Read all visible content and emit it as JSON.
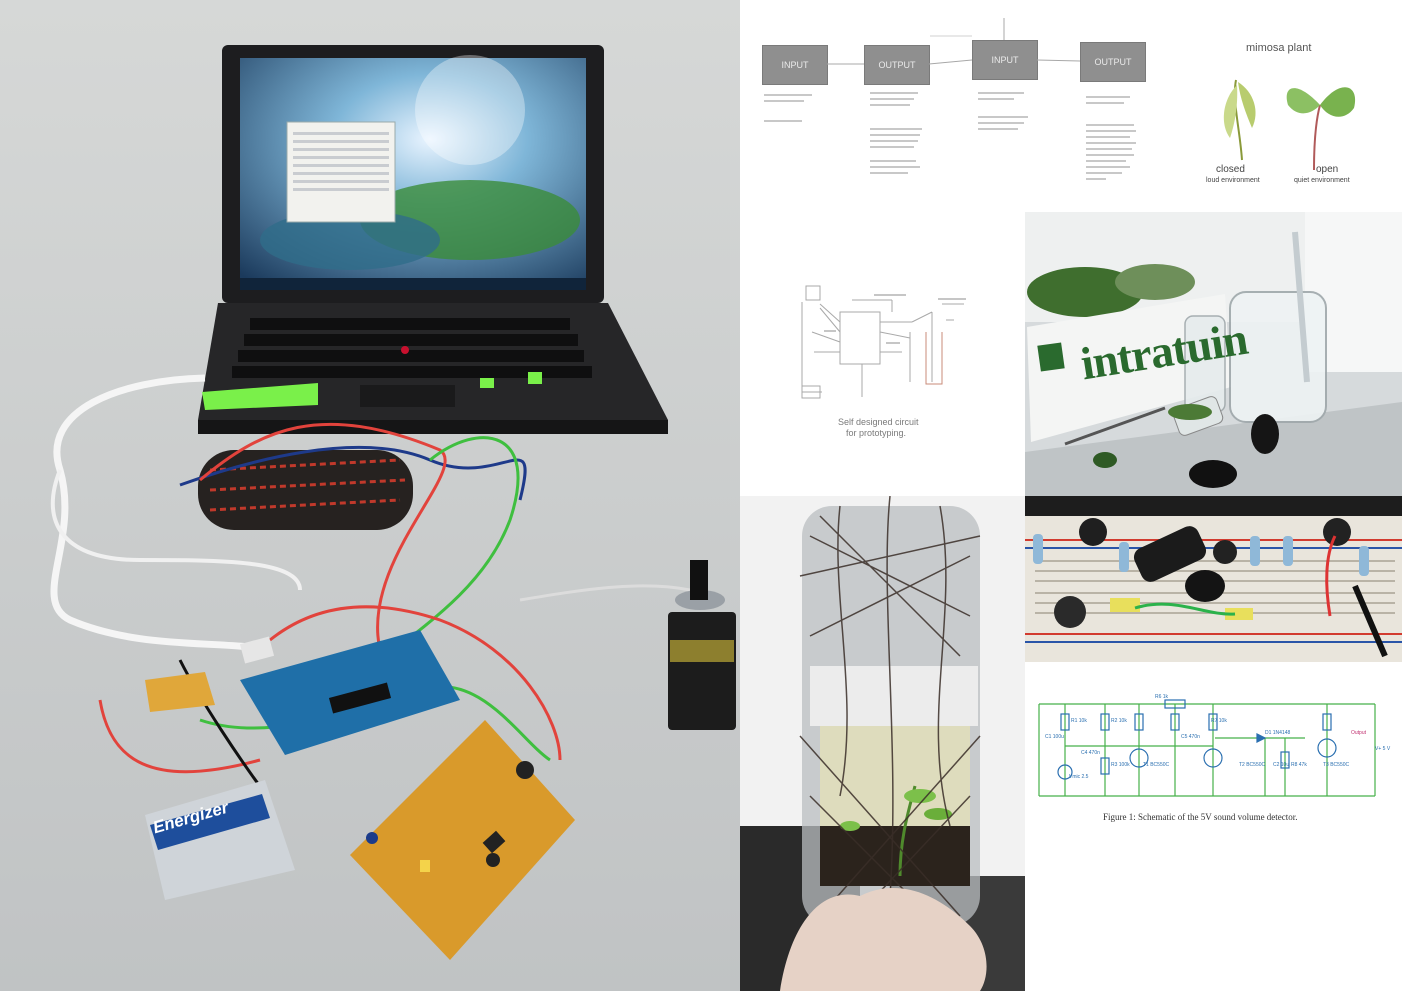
{
  "block_diagram": {
    "boxes": [
      "INPUT",
      "OUTPUT",
      "INPUT",
      "OUTPUT"
    ]
  },
  "mimosa": {
    "title": "mimosa plant",
    "closed_label": "closed",
    "closed_sub": "loud environment",
    "open_label": "open",
    "open_sub": "quiet environment"
  },
  "circuit_sketch": {
    "caption_line1": "Self designed circuit",
    "caption_line2": "for prototyping."
  },
  "lab_photo": {
    "sign_text": "intratuin"
  },
  "battery": {
    "brand": "Energizer"
  },
  "schematic": {
    "caption": "Figure 1: Schematic of the 5V sound volume detector.",
    "labels": [
      "R6 1k",
      "R1 10k",
      "R2 10k",
      "C4 470n",
      "R3 100k",
      "T1 BC550C",
      "C5 470n",
      "R7 10k",
      "T2 BC550C",
      "D1 1N4148",
      "C2 10u",
      "R8 47k",
      "T3 BC550C",
      "Output",
      "V+ 5 V",
      "Vmic 2.5",
      "C1 100u"
    ]
  },
  "colors": {
    "schematic_wire": "#46b04a",
    "schematic_text": "#2a6fb0",
    "output_label": "#c03070"
  }
}
